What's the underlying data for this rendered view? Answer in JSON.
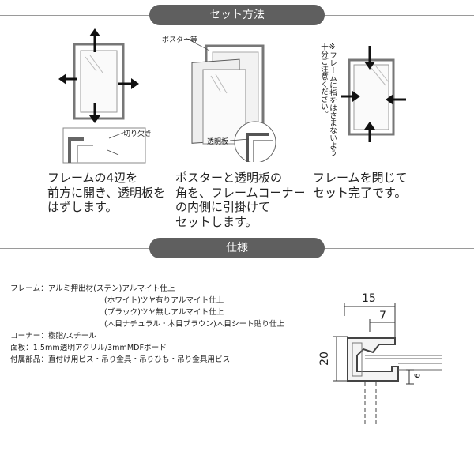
{
  "sections": {
    "setup_title": "セット方法",
    "spec_title": "仕様"
  },
  "steps": [
    {
      "text": "フレームの4辺を\n前方に開き、透明板を\nはずします。",
      "labels": {
        "notch": "切り欠き"
      }
    },
    {
      "text": "ポスターと透明板の\n角を、フレームコーナー\nの内側に引掛けて\nセットします。",
      "labels": {
        "poster": "ポスター等",
        "clear_sheet": "透明板"
      }
    },
    {
      "text": "フレームを閉じて\nセット完了です。",
      "labels": {
        "note_line1": "※フレームに指をはさまないよう",
        "note_line2": "十分ご注意ください。"
      }
    }
  ],
  "spec": {
    "frame_label": "フレーム：",
    "frame_1": "アルミ押出材(ステン)アルマイト仕上",
    "frame_2": "(ホワイト)ツヤ有りアルマイト仕上",
    "frame_3": "(ブラック)ツヤ無しアルマイト仕上",
    "frame_4": "(木目ナチュラル・木目ブラウン)木目シート貼り仕上",
    "corner": "コーナー：樹脂/スチール",
    "panel": "面板：1.5mm透明アクリル/3mmMDFボード",
    "accessories": "付属部品：直付け用ビス・吊り金具・吊りひも・吊り金具用ビス"
  },
  "profile": {
    "width_outer": "15",
    "width_inner": "7",
    "height": "20",
    "depth": "6"
  }
}
